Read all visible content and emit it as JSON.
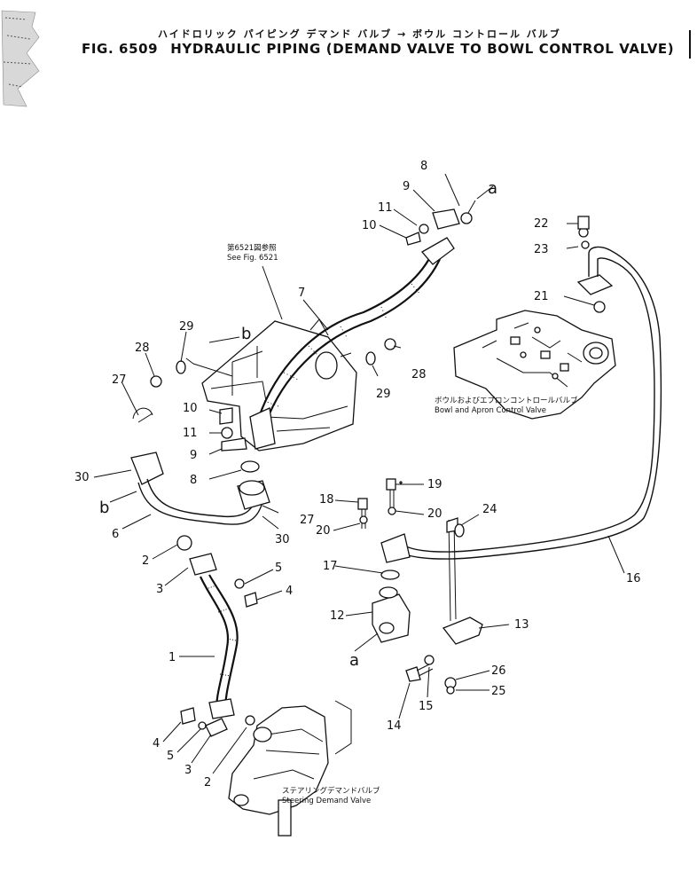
{
  "header": {
    "title_jp": "ハイドロリック パイピング デマンド バルブ → ボウル コントロール バルブ",
    "fig_number": "FIG. 6509",
    "title_en": "HYDRAULIC PIPING (DEMAND VALVE TO BOWL CONTROL VALVE)"
  },
  "notes": {
    "see_fig_jp": "第6521図参照",
    "see_fig_en": "See Fig. 6521",
    "bowl_valve_jp": "ボウルおよびエプロンコントロールバルブ",
    "bowl_valve_en": "Bowl and Apron Control Valve",
    "steering_valve_jp": "ステアリングデマンドバルブ",
    "steering_valve_en": "Steering Demand Valve"
  },
  "connection_letters": [
    "a",
    "a",
    "b",
    "b"
  ],
  "callouts": [
    "8",
    "9",
    "11",
    "10",
    "22",
    "23",
    "7",
    "21",
    "29",
    "28",
    "28",
    "29",
    "27",
    "10",
    "11",
    "9",
    "8",
    "30",
    "27",
    "30",
    "6",
    "2",
    "3",
    "5",
    "4",
    "1",
    "19",
    "18",
    "20",
    "20",
    "24",
    "17",
    "12",
    "13",
    "16",
    "26",
    "25",
    "14",
    "15",
    "4",
    "5",
    "3",
    "2"
  ]
}
